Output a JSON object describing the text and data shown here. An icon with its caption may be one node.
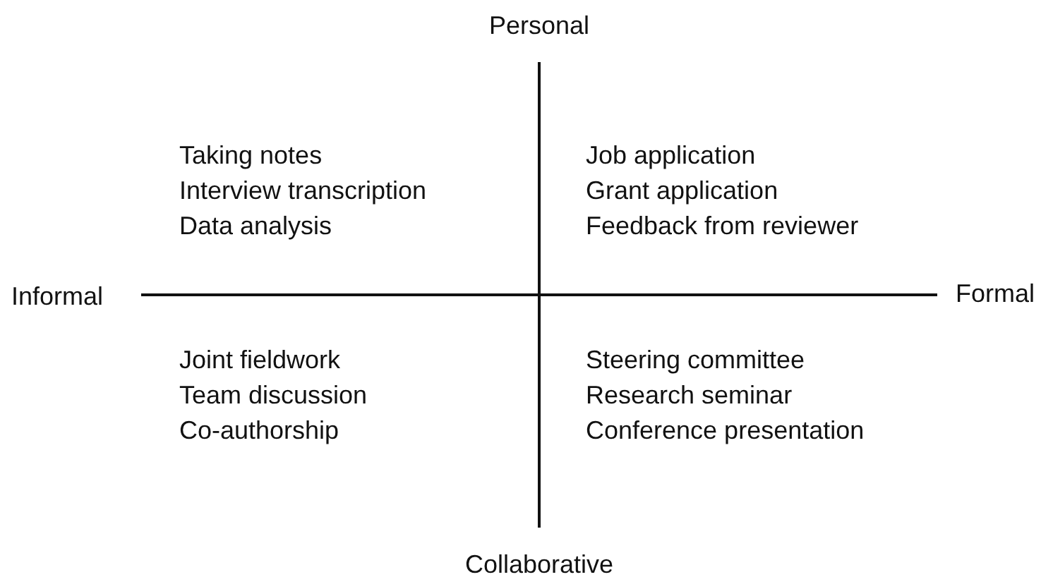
{
  "diagram": {
    "labels": [
      "Personal",
      "Taking notes",
      "Interview transcription",
      "Data analysis",
      "Job application",
      "Grant application",
      "Feedback from reviewer",
      "Informal",
      "Formal",
      "Joint fieldwork",
      "Team discussion",
      "Co-authorship",
      "Steering committee",
      "Research seminar",
      "Conference presentation",
      "Collaborative"
    ]
  }
}
